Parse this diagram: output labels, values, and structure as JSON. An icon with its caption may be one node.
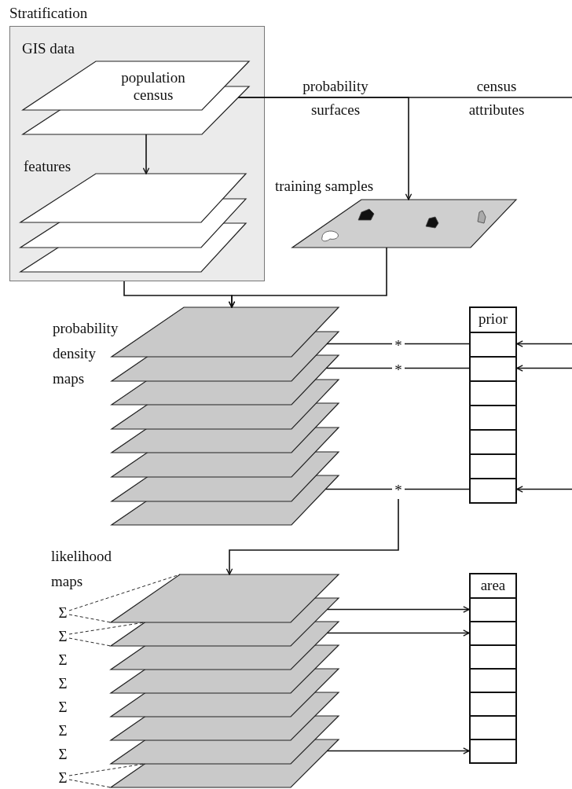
{
  "diagram": {
    "nodes": [
      {
        "text": [
          "Stratification",
          "GIS data"
        ]
      },
      {
        "text": [
          "population census"
        ],
        "in": 0
      },
      {
        "text": [],
        "shape": "parallelogram",
        "in": 0
      },
      {
        "text": [
          "features"
        ],
        "in": 0
      },
      {
        "text": [],
        "shape": "parallelogram",
        "in": 3
      },
      {
        "text": [],
        "shape": "parallelogram",
        "in": 3
      },
      {
        "text": [],
        "shape": "parallelogram",
        "in": 3
      },
      {
        "text": [
          "training samples"
        ]
      },
      {
        "text": [
          "probability density maps"
        ]
      },
      {
        "text": [],
        "shape": "parallelogram",
        "in": 8
      },
      {
        "text": [],
        "shape": "parallelogram",
        "in": 8
      },
      {
        "text": [],
        "shape": "parallelogram",
        "in": 8
      },
      {
        "text": [],
        "shape": "parallelogram",
        "in": 8
      },
      {
        "text": [],
        "shape": "parallelogram",
        "in": 8
      },
      {
        "text": [],
        "shape": "parallelogram",
        "in": 8
      },
      {
        "text": [],
        "shape": "parallelogram",
        "in": 8
      },
      {
        "text": [],
        "shape": "parallelogram",
        "in": 8
      },
      {
        "text": [
          "*"
        ]
      },
      {
        "text": [
          "*"
        ]
      },
      {
        "text": [
          "*"
        ]
      },
      {
        "text": [
          "prior"
        ]
      },
      {
        "text": [],
        "shape": "box",
        "in": 20
      },
      {
        "text": [],
        "shape": "box",
        "in": 20
      },
      {
        "text": [],
        "shape": "box",
        "in": 20
      },
      {
        "text": [],
        "shape": "box",
        "in": 20
      },
      {
        "text": [],
        "shape": "box",
        "in": 20
      },
      {
        "text": [],
        "shape": "box",
        "in": 20
      },
      {
        "text": [],
        "shape": "box",
        "in": 20
      },
      {
        "text": [
          "likelihood maps"
        ]
      },
      {
        "text": [],
        "shape": "parallelogram",
        "in": 28
      },
      {
        "text": [],
        "shape": "parallelogram",
        "in": 28
      },
      {
        "text": [],
        "shape": "parallelogram",
        "in": 28
      },
      {
        "text": [],
        "shape": "parallelogram",
        "in": 28
      },
      {
        "text": [],
        "shape": "parallelogram",
        "in": 28
      },
      {
        "text": [],
        "shape": "parallelogram",
        "in": 28
      },
      {
        "text": [],
        "shape": "parallelogram",
        "in": 28
      },
      {
        "text": [],
        "shape": "parallelogram",
        "in": 28
      },
      {
        "text": [
          "Σ"
        ]
      },
      {
        "text": [
          "Σ"
        ]
      },
      {
        "text": [
          "Σ"
        ]
      },
      {
        "text": [
          "Σ"
        ]
      },
      {
        "text": [
          "Σ"
        ]
      },
      {
        "text": [
          "Σ"
        ]
      },
      {
        "text": [
          "Σ"
        ]
      },
      {
        "text": [
          "Σ"
        ]
      },
      {
        "text": [
          "area"
        ]
      },
      {
        "text": [],
        "shape": "box",
        "in": 45
      },
      {
        "text": [],
        "shape": "box",
        "in": 45
      },
      {
        "text": [],
        "shape": "box",
        "in": 45
      },
      {
        "text": [],
        "shape": "box",
        "in": 45
      },
      {
        "text": [],
        "shape": "box",
        "in": 45
      },
      {
        "text": [],
        "shape": "box",
        "in": 45
      },
      {
        "text": [],
        "shape": "box",
        "in": 45
      }
    ],
    "edges": [
      {
        "from": 2,
        "to": 4,
        "arrow": "to"
      },
      {
        "from": 2,
        "to": 7,
        "arrow": "to",
        "label": "probability surfaces"
      },
      {
        "from": 2,
        "to": null,
        "arrow": "none",
        "label": "census attributes"
      },
      {
        "from": 0,
        "to": 9,
        "arrow": "to"
      },
      {
        "from": 7,
        "to": 9,
        "arrow": "to"
      },
      {
        "from": 10,
        "to": 17,
        "arrow": "none"
      },
      {
        "from": 21,
        "to": 17,
        "arrow": "none"
      },
      {
        "from": null,
        "to": 21,
        "arrow": "to"
      },
      {
        "from": 11,
        "to": 18,
        "arrow": "none"
      },
      {
        "from": 22,
        "to": 18,
        "arrow": "none"
      },
      {
        "from": null,
        "to": 22,
        "arrow": "to"
      },
      {
        "from": 16,
        "to": 19,
        "arrow": "none"
      },
      {
        "from": 27,
        "to": 19,
        "arrow": "none"
      },
      {
        "from": null,
        "to": 27,
        "arrow": "to"
      },
      {
        "from": 19,
        "to": 29,
        "arrow": "to"
      },
      {
        "from": 30,
        "to": 46,
        "arrow": "to"
      },
      {
        "from": 31,
        "to": 47,
        "arrow": "to"
      },
      {
        "from": 36,
        "to": 52,
        "arrow": "to"
      },
      {
        "from": 37,
        "to": 29,
        "arrow": "none",
        "style": "dashed"
      },
      {
        "from": 38,
        "to": 30,
        "arrow": "none",
        "style": "dashed"
      },
      {
        "from": 44,
        "to": 36,
        "arrow": "none",
        "style": "dashed"
      }
    ]
  }
}
